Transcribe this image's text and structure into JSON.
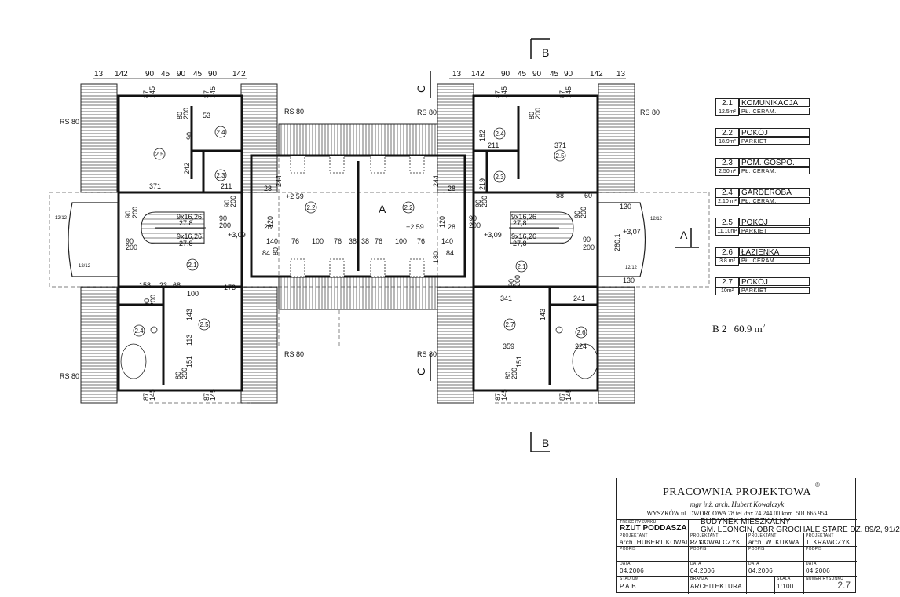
{
  "plan": {
    "dims_top_left": [
      "13",
      "142",
      "90",
      "45",
      "90",
      "45",
      "90",
      "142"
    ],
    "dims_top_right": [
      "13",
      "142",
      "90",
      "45",
      "90",
      "45",
      "90",
      "142",
      "13"
    ],
    "sections": {
      "a": "A",
      "b": "B",
      "c": "C"
    },
    "rs_label": "RS 80",
    "rooms": {
      "r21": "2.1",
      "r22": "2.2",
      "r23": "2.3",
      "r24": "2.4",
      "r25": "2.5",
      "r26": "2.6",
      "r27": "2.7"
    },
    "dims": {
      "d371": "371",
      "d242": "242",
      "d211": "211",
      "d90": "90",
      "d200": "200",
      "d28": "28",
      "d244": "244",
      "d120": "120",
      "d140": "140",
      "d84": "84",
      "d80": "80",
      "d76": "76",
      "d100": "100",
      "d38": "38",
      "d180": "180",
      "d158": "158",
      "d23": "23",
      "d68": "68",
      "d173": "173",
      "d113": "113",
      "d143": "143",
      "d151": "151",
      "d87": "87",
      "d145": "145",
      "d53": "53",
      "d182": "182",
      "d219": "219",
      "d88": "88",
      "d60": "60",
      "d130": "130",
      "d2601": "260,1",
      "d341": "341",
      "d359": "359",
      "d224": "224",
      "d241": "241",
      "stairs": "9x16,26",
      "stairs2": "27,8",
      "lev_309": "+3,09",
      "lev_259": "+2,59",
      "lev_307": "+3,07",
      "dormer": "12/12"
    }
  },
  "legend": [
    {
      "no": "2.1",
      "name": "KOMUNIKACJA",
      "area": "12.5m²",
      "floor": "PŁ. CERAM."
    },
    {
      "no": "2.2",
      "name": "POKÓJ",
      "area": "18.9m²",
      "floor": "PARKIET"
    },
    {
      "no": "2.3",
      "name": "POM. GOSPO.",
      "area": "2.50m²",
      "floor": "PŁ. CERAM."
    },
    {
      "no": "2.4",
      "name": "GARDEROBA",
      "area": "2.10 m²",
      "floor": "PŁ. CERAM."
    },
    {
      "no": "2.5",
      "name": "POKÓJ",
      "area": "11.10m²",
      "floor": "PARKIET"
    },
    {
      "no": "2.6",
      "name": "ŁAZIENKA",
      "area": "3.8 m²",
      "floor": "PŁ. CERAM."
    },
    {
      "no": "2.7",
      "name": "POKÓJ",
      "area": "10m²",
      "floor": "PARKIET"
    }
  ],
  "summary": {
    "label": "B 2",
    "area": "60.9 m",
    "sup": "2"
  },
  "title_block": {
    "office": "PRACOWNIA PROJEKTOWA",
    "registered": "®",
    "architect": "mgr inż. arch. Hubert Kowalczyk",
    "address": "WYSZKÓW ul. DWORCOWA 78 tel./fax 74 244 00 kom. 501 665 954",
    "drawing_caption": "TREŚĆ RYSUNKU",
    "drawing": "RZUT PODDASZA",
    "project_line1": "BUDYNEK MIESZKALNY",
    "project_line2": "GM. LEONCIN, OBR GROCHALE STARE DZ. 89/2, 91/2",
    "cap_projektant": "PROJEKTANT",
    "cap_podpis": "PODPIS",
    "cap_data": "DATA",
    "cap_stadium": "STADIUM",
    "cap_branza": "BRANŻA",
    "cap_skala": "SKALA",
    "cap_numer": "NUMER RYSUNKU",
    "designers": [
      "arch. HUBERT KOWALCZYK",
      "R. KOWALCZYK",
      "arch. W. KUKWA",
      "T. KRAWCZYK"
    ],
    "dates": [
      "04.2006",
      "04.2006",
      "04.2006",
      "04.2006"
    ],
    "stage": "P.A.B.",
    "discipline": "ARCHITEKTURA",
    "scale": "1:100",
    "number": "2.7"
  }
}
